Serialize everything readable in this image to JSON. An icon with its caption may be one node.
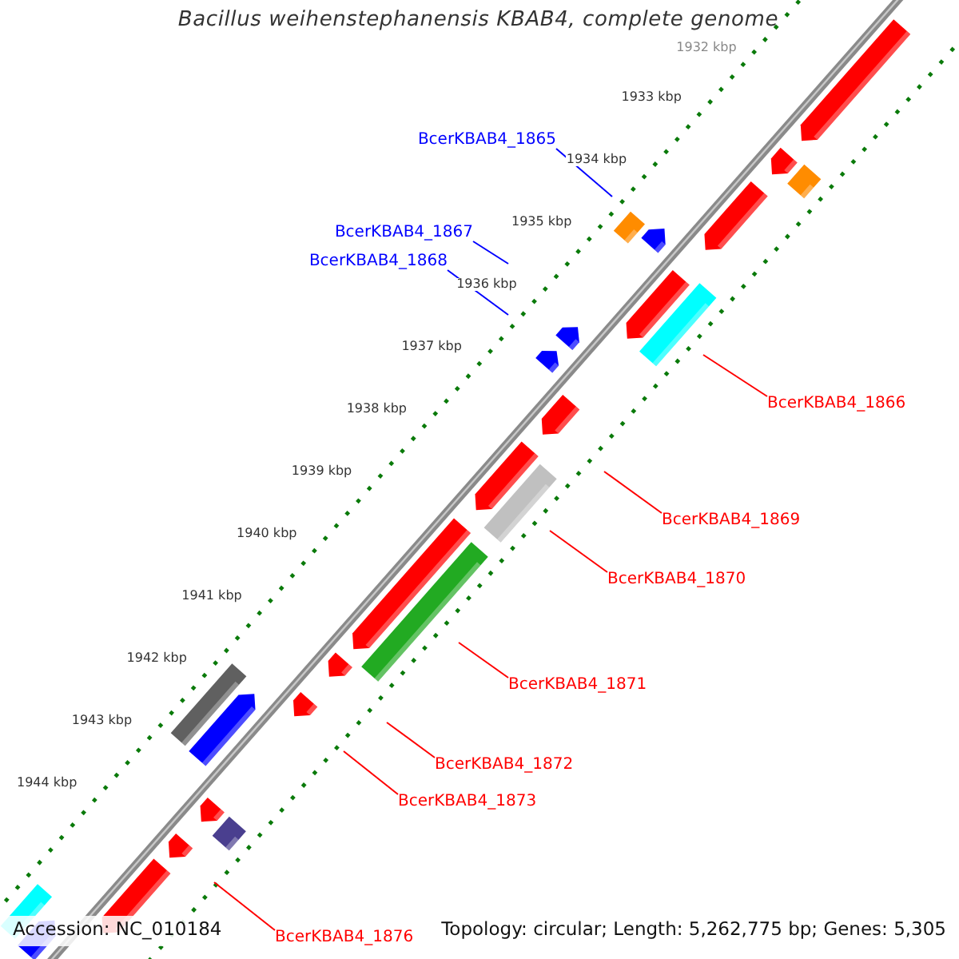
{
  "diagram": {
    "title": "Bacillus weihenstephanensis KBAB4, complete genome",
    "nodes": [
      {
        "text": [
          "BcerKBAB4_1865"
        ]
      },
      {
        "text": [
          "BcerKBAB4_1867"
        ]
      },
      {
        "text": [
          "BcerKBAB4_1868"
        ]
      },
      {
        "text": [
          "BcerKBAB4_1866"
        ]
      },
      {
        "text": [
          "BcerKBAB4_1869"
        ]
      },
      {
        "text": [
          "BcerKBAB4_1870"
        ]
      },
      {
        "text": [
          "BcerKBAB4_1871"
        ]
      },
      {
        "text": [
          "BcerKBAB4_1872"
        ]
      },
      {
        "text": [
          "BcerKBAB4_1873"
        ]
      },
      {
        "text": [
          "BcerKBAB4_1876"
        ]
      }
    ],
    "edges": [
      {
        "from": 0,
        "to": null,
        "arrow": "none",
        "color": "#0000ff"
      },
      {
        "from": 1,
        "to": null,
        "arrow": "none",
        "color": "#0000ff"
      },
      {
        "from": 2,
        "to": null,
        "arrow": "none",
        "color": "#0000ff"
      },
      {
        "from": 3,
        "to": null,
        "arrow": "none"
      },
      {
        "from": 4,
        "to": null,
        "arrow": "none"
      },
      {
        "from": 5,
        "to": null,
        "arrow": "none"
      },
      {
        "from": 6,
        "to": null,
        "arrow": "none"
      },
      {
        "from": 7,
        "to": null,
        "arrow": "none"
      },
      {
        "from": 8,
        "to": null,
        "arrow": "none"
      },
      {
        "from": 9,
        "to": null,
        "arrow": "none"
      }
    ],
    "labels": [
      "1932 kbp",
      "1933 kbp",
      "1934 kbp",
      "1935 kbp",
      "1936 kbp",
      "1937 kbp",
      "1938 kbp",
      "1939 kbp",
      "1940 kbp",
      "1941 kbp",
      "1942 kbp",
      "1943 kbp",
      "1944 kbp",
      "Accession: NC_010184",
      "Topology: circular; Length: 5,262,775 bp; Genes: 5,305"
    ]
  }
}
